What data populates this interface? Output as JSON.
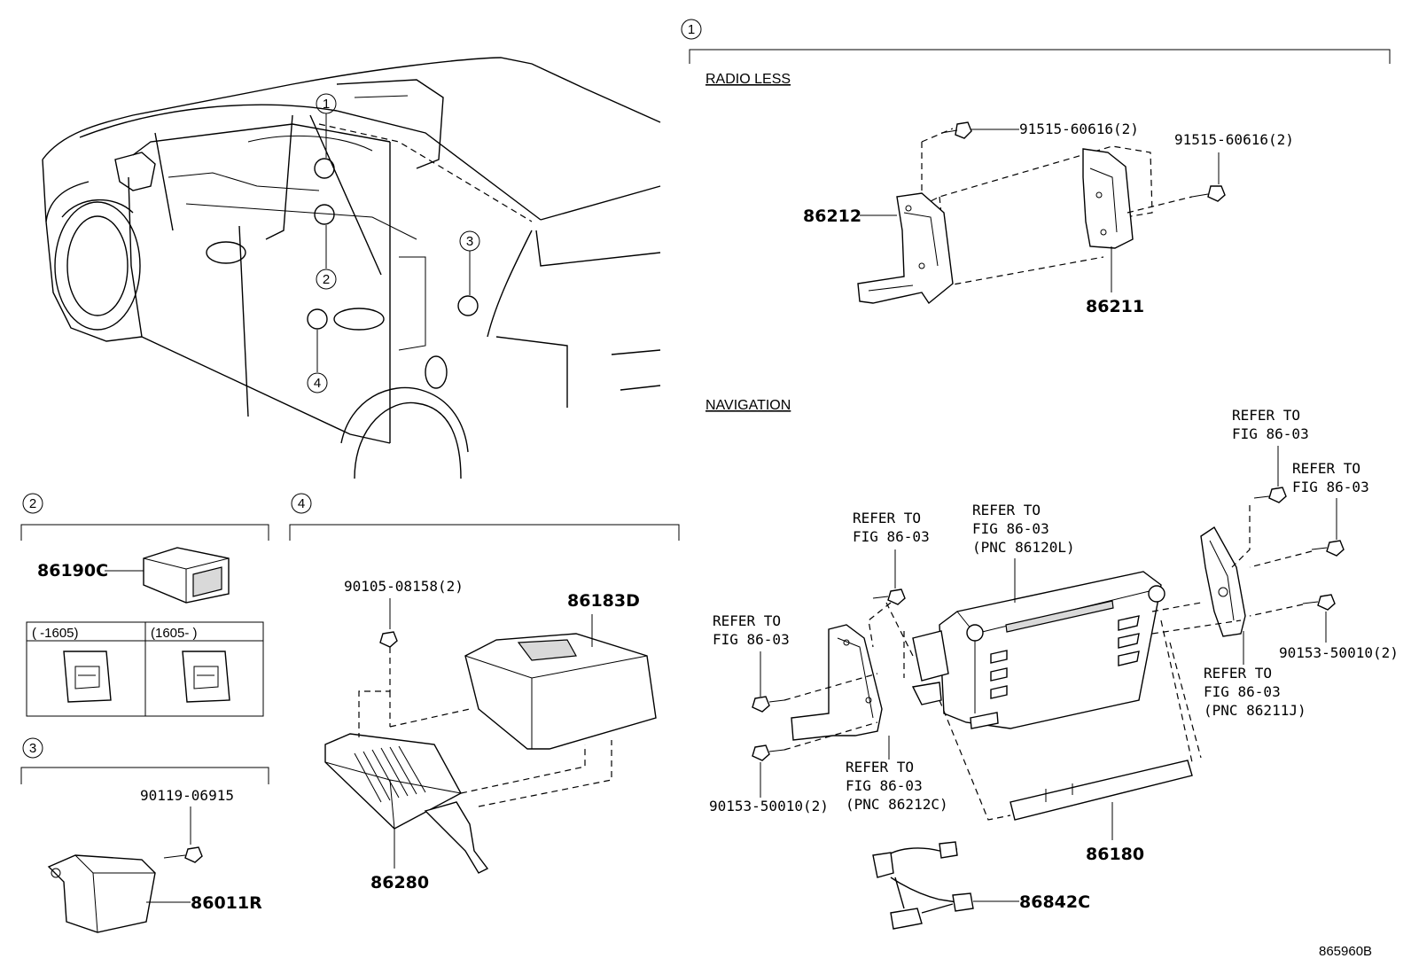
{
  "callouts": {
    "c1": "1",
    "c2": "2",
    "c3": "3",
    "c4": "4"
  },
  "section1": {
    "radio_less": "RADIO LESS",
    "navigation": "NAVIGATION",
    "bolt_left": "91515-60616(2)",
    "bolt_right": "91515-60616(2)",
    "bracket_left": "86212",
    "bracket_right": "86211"
  },
  "navigation": {
    "refer1_a": "REFER TO",
    "refer1_b": "FIG 86-03",
    "refer2_a": "REFER TO",
    "refer2_b": "FIG 86-03",
    "refer3_a": "REFER TO",
    "refer3_b": "FIG 86-03",
    "refer3_c": "(PNC 86120L)",
    "refer4_a": "REFER TO",
    "refer4_b": "FIG 86-03",
    "refer5_a": "REFER TO",
    "refer5_b": "FIG 86-03",
    "refer6_a": "REFER TO",
    "refer6_b": "FIG 86-03",
    "refer6_c": "(PNC 86212C)",
    "refer7_a": "REFER TO",
    "refer7_b": "FIG 86-03",
    "refer7_c": "(PNC 86211J)",
    "bolt_left": "90153-50010(2)",
    "bolt_right": "90153-50010(2)",
    "panel": "86180",
    "harness": "86842C"
  },
  "section2": {
    "part": "86190C",
    "col1": "(    -1605)",
    "col2": "(1605-     )"
  },
  "section3": {
    "bolt": "90119-06915",
    "part": "86011R"
  },
  "section4": {
    "bolt": "90105-08158(2)",
    "cover": "86183D",
    "amp": "86280"
  },
  "figure_id": "865960B"
}
